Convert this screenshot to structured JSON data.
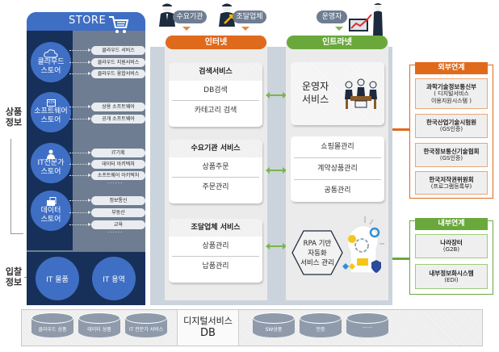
{
  "side_labels": {
    "product_info": [
      "상품",
      "정보"
    ],
    "bid_info": [
      "입찰",
      "정보"
    ]
  },
  "store": {
    "title": "STORE",
    "icon": "shopping-cart-icon",
    "stores": [
      {
        "name_lines": [
          "클라우드",
          "스토어"
        ],
        "icon": "cloud-icon",
        "items": [
          "클라우드 서비스",
          "클라우드 지원서비스",
          "클라우드 융합서비스"
        ],
        "more": false
      },
      {
        "name_lines": [
          "소프트웨어",
          "스토어"
        ],
        "icon": "code-window-icon",
        "items": [
          "상용 소프트웨어",
          "공개 소프트웨어"
        ],
        "more": false
      },
      {
        "name_lines": [
          "IT전문가",
          "스토어"
        ],
        "icon": "person-icon",
        "items": [
          "IT기획",
          "데이터 아키텍처",
          "소프트웨어 아키텍처"
        ],
        "more": true
      },
      {
        "name_lines": [
          "데이터",
          "스토어"
        ],
        "icon": "data-folder-icon",
        "items": [
          "정보통신",
          "부동산",
          "교육"
        ],
        "more": true
      }
    ],
    "more_text": "······",
    "bid_items": [
      "IT 물품",
      "IT 용역"
    ]
  },
  "roles": {
    "demand": "수요기관",
    "supplier": "조달업체",
    "operator": "운영자"
  },
  "internet": {
    "label": "인터넷",
    "color": "#e06a1b",
    "cards": [
      {
        "title": "검색서비스",
        "rows": [
          "DB검색",
          "카테고리 검색"
        ]
      },
      {
        "title": "수요기관 서비스",
        "rows": [
          "상품주문",
          "주문관리"
        ]
      },
      {
        "title": "조달업체 서비스",
        "rows": [
          "상품관리",
          "납품관리"
        ]
      }
    ]
  },
  "intranet": {
    "label": "인트라넷",
    "color": "#6aa83c",
    "operator_service": [
      "운영자",
      "서비스"
    ],
    "mgmt_rows": [
      "쇼핑몰관리",
      "계약상품관리",
      "공통관리"
    ],
    "rpa_lines": [
      "RPA 기반",
      "자동화",
      "서비스 관리"
    ]
  },
  "external": {
    "title": "외부연계",
    "color": "#e06a1b",
    "items": [
      {
        "main": "과학기술정보통신부",
        "sub": [
          "( 디지털서비스",
          "이용지원시스템 )"
        ]
      },
      {
        "main": "한국산업기술시험원",
        "sub": [
          "(GS인증)"
        ]
      },
      {
        "main": "한국정보통신기술협회",
        "sub": [
          "(GS인증)"
        ]
      },
      {
        "main": "한국저작권위원회",
        "sub": [
          "(프로그램등록부)"
        ]
      }
    ]
  },
  "internal": {
    "title": "내부연계",
    "color": "#6aa83c",
    "items": [
      {
        "main": "나라장터",
        "sub": [
          "(G2B)"
        ]
      },
      {
        "main": "내부정보화시스템",
        "sub": [
          "(EDI)"
        ]
      }
    ]
  },
  "db": {
    "center_lines": [
      "디지털서비스",
      "DB"
    ],
    "left": [
      "클라우드 상품",
      "데이터 상품",
      "IT 전문가 서비스"
    ],
    "right": [
      "SW상품",
      "인증",
      "·······"
    ]
  }
}
